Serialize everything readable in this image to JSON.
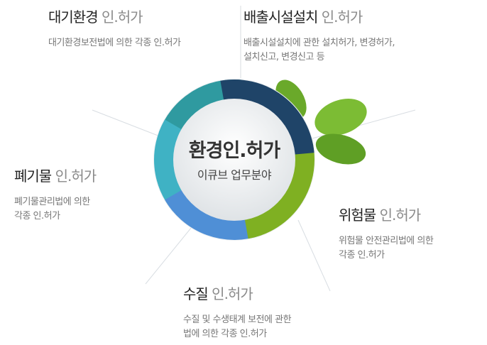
{
  "center": {
    "title": "환경인.허가",
    "subtitle": "이큐브 업무분야"
  },
  "items": [
    {
      "title": "대기환경",
      "suffix": "인.허가",
      "desc": [
        "대기환경보전법에 의한 각종 인.허가"
      ]
    },
    {
      "title": "배출시설설치",
      "suffix": "인.허가",
      "desc": [
        "배출시설설치에 관한 설치허가, 변경허가,",
        "설치신고, 변경신고 등"
      ]
    },
    {
      "title": "폐기물",
      "suffix": "인.허가",
      "desc": [
        "폐기물관리법에 의한",
        "각종 인.허가"
      ]
    },
    {
      "title": "위험물",
      "suffix": "인.허가",
      "desc": [
        "위험물 안전관리법에 의한",
        "각종 인.허가"
      ]
    },
    {
      "title": "수질",
      "suffix": "인.허가",
      "desc": [
        "수질 및 수생태계 보전에 관한",
        "법에 의한 각종 인.허가"
      ]
    }
  ],
  "colors": {
    "navy": "#1f4468",
    "green": "#7fb022",
    "blue": "#4f8fd6",
    "lightteal": "#3fb2c4",
    "teal": "#2f9aa0"
  }
}
